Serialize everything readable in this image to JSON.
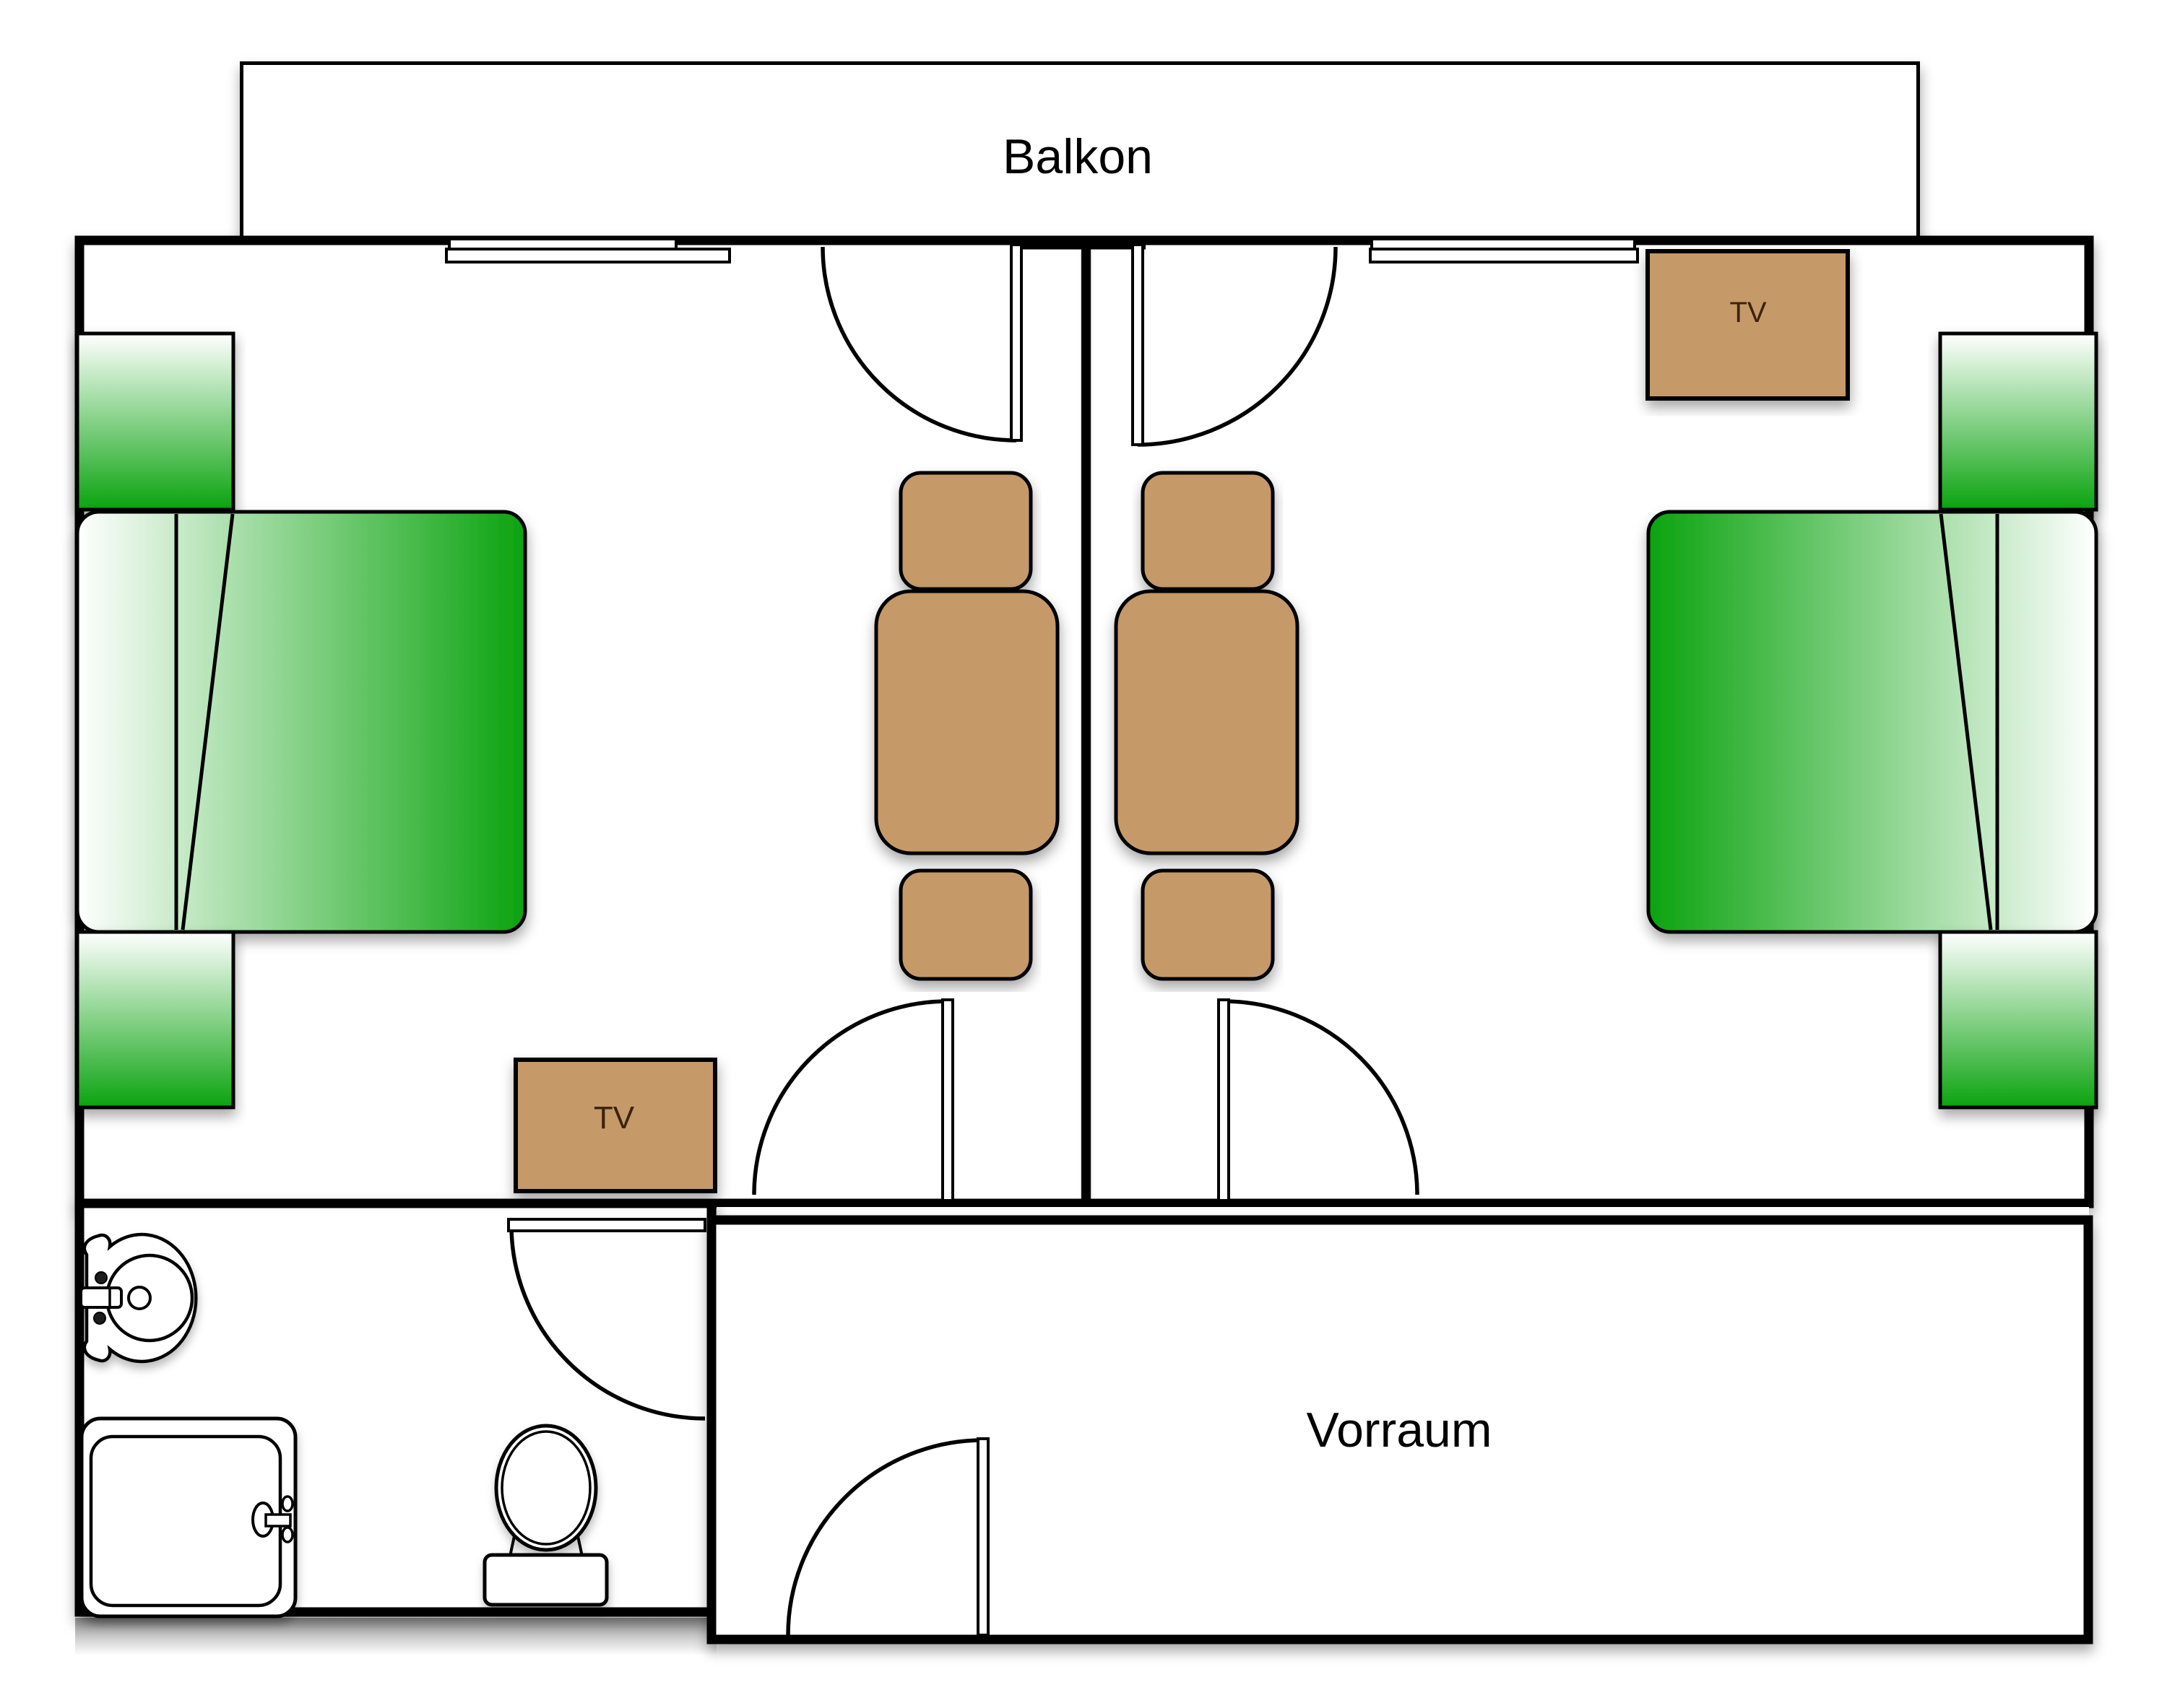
{
  "diagram": {
    "type": "hotel-suite-floor-plan",
    "balcony": {
      "label": "Balkon"
    },
    "hallway": {
      "label": "Vorraum"
    },
    "left_room": {
      "tv_label": "TV"
    },
    "right_room": {
      "tv_label": "TV"
    },
    "colors": {
      "background": "#ffffff",
      "wall": "#000000",
      "outline": "#000000",
      "bed_green": "#0ba30f",
      "bed_white": "#ffffff",
      "furniture_brown": "#c59a67",
      "tv_text": "#3a2008"
    }
  }
}
